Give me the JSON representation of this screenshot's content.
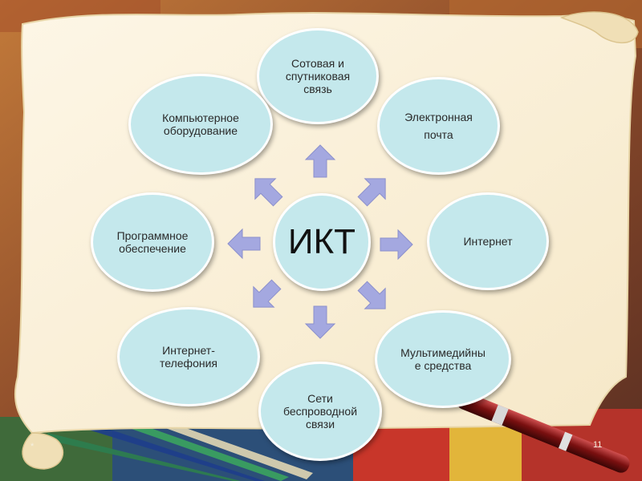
{
  "center": {
    "label": "ИКТ"
  },
  "nodes": [
    {
      "id": "satellite",
      "label": "Сотовая  и\nспутниковая\nсвязь"
    },
    {
      "id": "email",
      "label": "Электронная\nпочта"
    },
    {
      "id": "internet",
      "label": "Интернет"
    },
    {
      "id": "multimedia",
      "label": "Мультимедийны\nе средства"
    },
    {
      "id": "wireless",
      "label": "Сети\nбеспроводной\nсвязи"
    },
    {
      "id": "telephony",
      "label": "Интернет-\nтелефония"
    },
    {
      "id": "software",
      "label": "Программное\nобеспечение"
    },
    {
      "id": "hardware",
      "label": "Компьютерное\nоборудование"
    }
  ],
  "footer": {
    "left_mark": "*",
    "slide_number": "11"
  },
  "colors": {
    "node_fill": "#c4e8ec",
    "arrow_fill": "#a4a8e0",
    "paper": "#fbf1dc"
  }
}
